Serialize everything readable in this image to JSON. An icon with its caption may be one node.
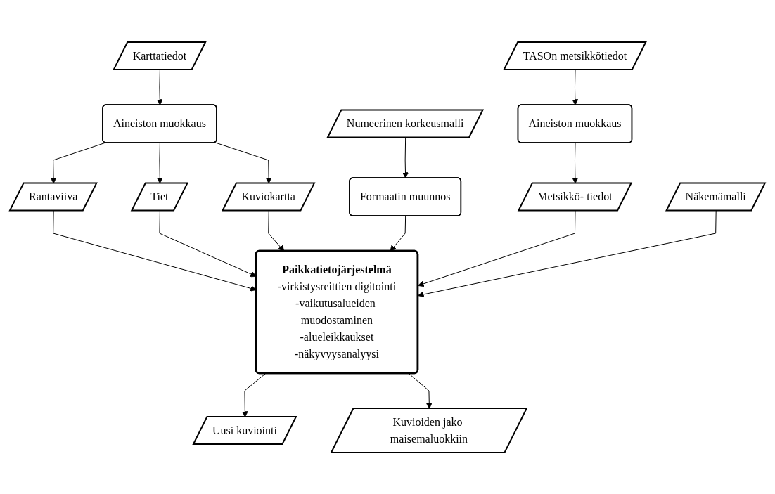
{
  "diagram": {
    "nodes": [
      {
        "text": [
          "TASOn metsikkötiedot"
        ]
      },
      {
        "text": [
          "Karttatiedot"
        ]
      },
      {
        "text": [
          "Numeerinen korkeusmalli"
        ]
      },
      {
        "text": [
          "Aineiston muokkaus"
        ]
      },
      {
        "text": [
          "Aineiston muokkaus"
        ]
      },
      {
        "text": [
          "Formaatin muunnos"
        ]
      },
      {
        "text": [
          "Metsikkö- tiedot"
        ]
      },
      {
        "text": [
          "Rantaviiva"
        ]
      },
      {
        "text": [
          "Tiet"
        ]
      },
      {
        "text": [
          "Kuviokartta"
        ]
      },
      {
        "text": [
          "Paikkatietojärjestelmä",
          "-virkistysreittien digitointi",
          "-vaikutusalueiden muodostaminen",
          "-alueleikkaukset",
          "-näkyvyysanalyysi"
        ]
      },
      {
        "text": [
          "Uusi kuviointi"
        ]
      },
      {
        "text": [
          "Näkemämalli"
        ]
      },
      {
        "text": [
          "Kuvioiden jako maisemaluokkiin"
        ]
      }
    ],
    "edges": [
      {
        "from": 0,
        "to": 3,
        "arrow": "to"
      },
      {
        "from": 3,
        "to": 6,
        "arrow": "to"
      },
      {
        "from": 1,
        "to": 4,
        "arrow": "to"
      },
      {
        "from": 4,
        "to": 7,
        "arrow": "to"
      },
      {
        "from": 4,
        "to": 8,
        "arrow": "to"
      },
      {
        "from": 4,
        "to": 9,
        "arrow": "to"
      },
      {
        "from": 2,
        "to": 5,
        "arrow": "to"
      },
      {
        "from": 7,
        "to": 10,
        "arrow": "to"
      },
      {
        "from": 8,
        "to": 10,
        "arrow": "to"
      },
      {
        "from": 9,
        "to": 10,
        "arrow": "to"
      },
      {
        "from": 5,
        "to": 10,
        "arrow": "to"
      },
      {
        "from": 6,
        "to": 10,
        "arrow": "to"
      },
      {
        "from": 12,
        "to": 10,
        "arrow": "to"
      },
      {
        "from": 10,
        "to": 11,
        "arrow": "to"
      },
      {
        "from": 10,
        "to": 13,
        "arrow": "to"
      }
    ]
  }
}
